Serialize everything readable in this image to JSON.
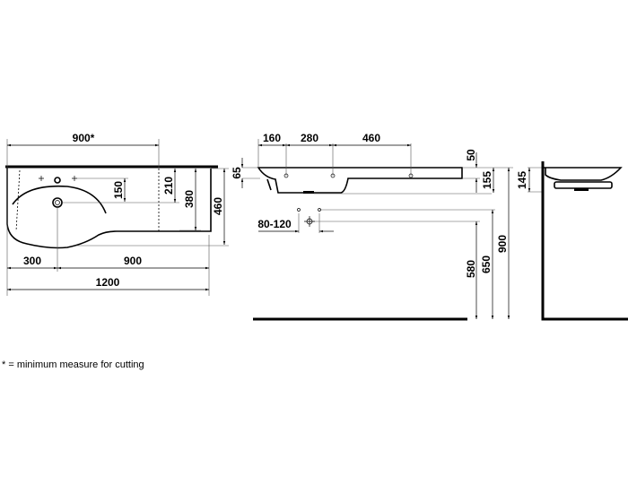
{
  "plan_view": {
    "dim_width_min": "900*",
    "dim_150": "150",
    "dim_210": "210",
    "dim_380": "380",
    "dim_460": "460",
    "dim_300": "300",
    "dim_900": "900",
    "dim_1200": "1200"
  },
  "side_view": {
    "dim_65": "65",
    "dim_160": "160",
    "dim_280": "280",
    "dim_460": "460",
    "dim_50": "50",
    "dim_155": "155",
    "dim_80_120": "80-120",
    "dim_580": "580",
    "dim_650": "650",
    "dim_900": "900"
  },
  "profile_view": {
    "dim_145": "145"
  },
  "footnote": "* = minimum measure for cutting"
}
